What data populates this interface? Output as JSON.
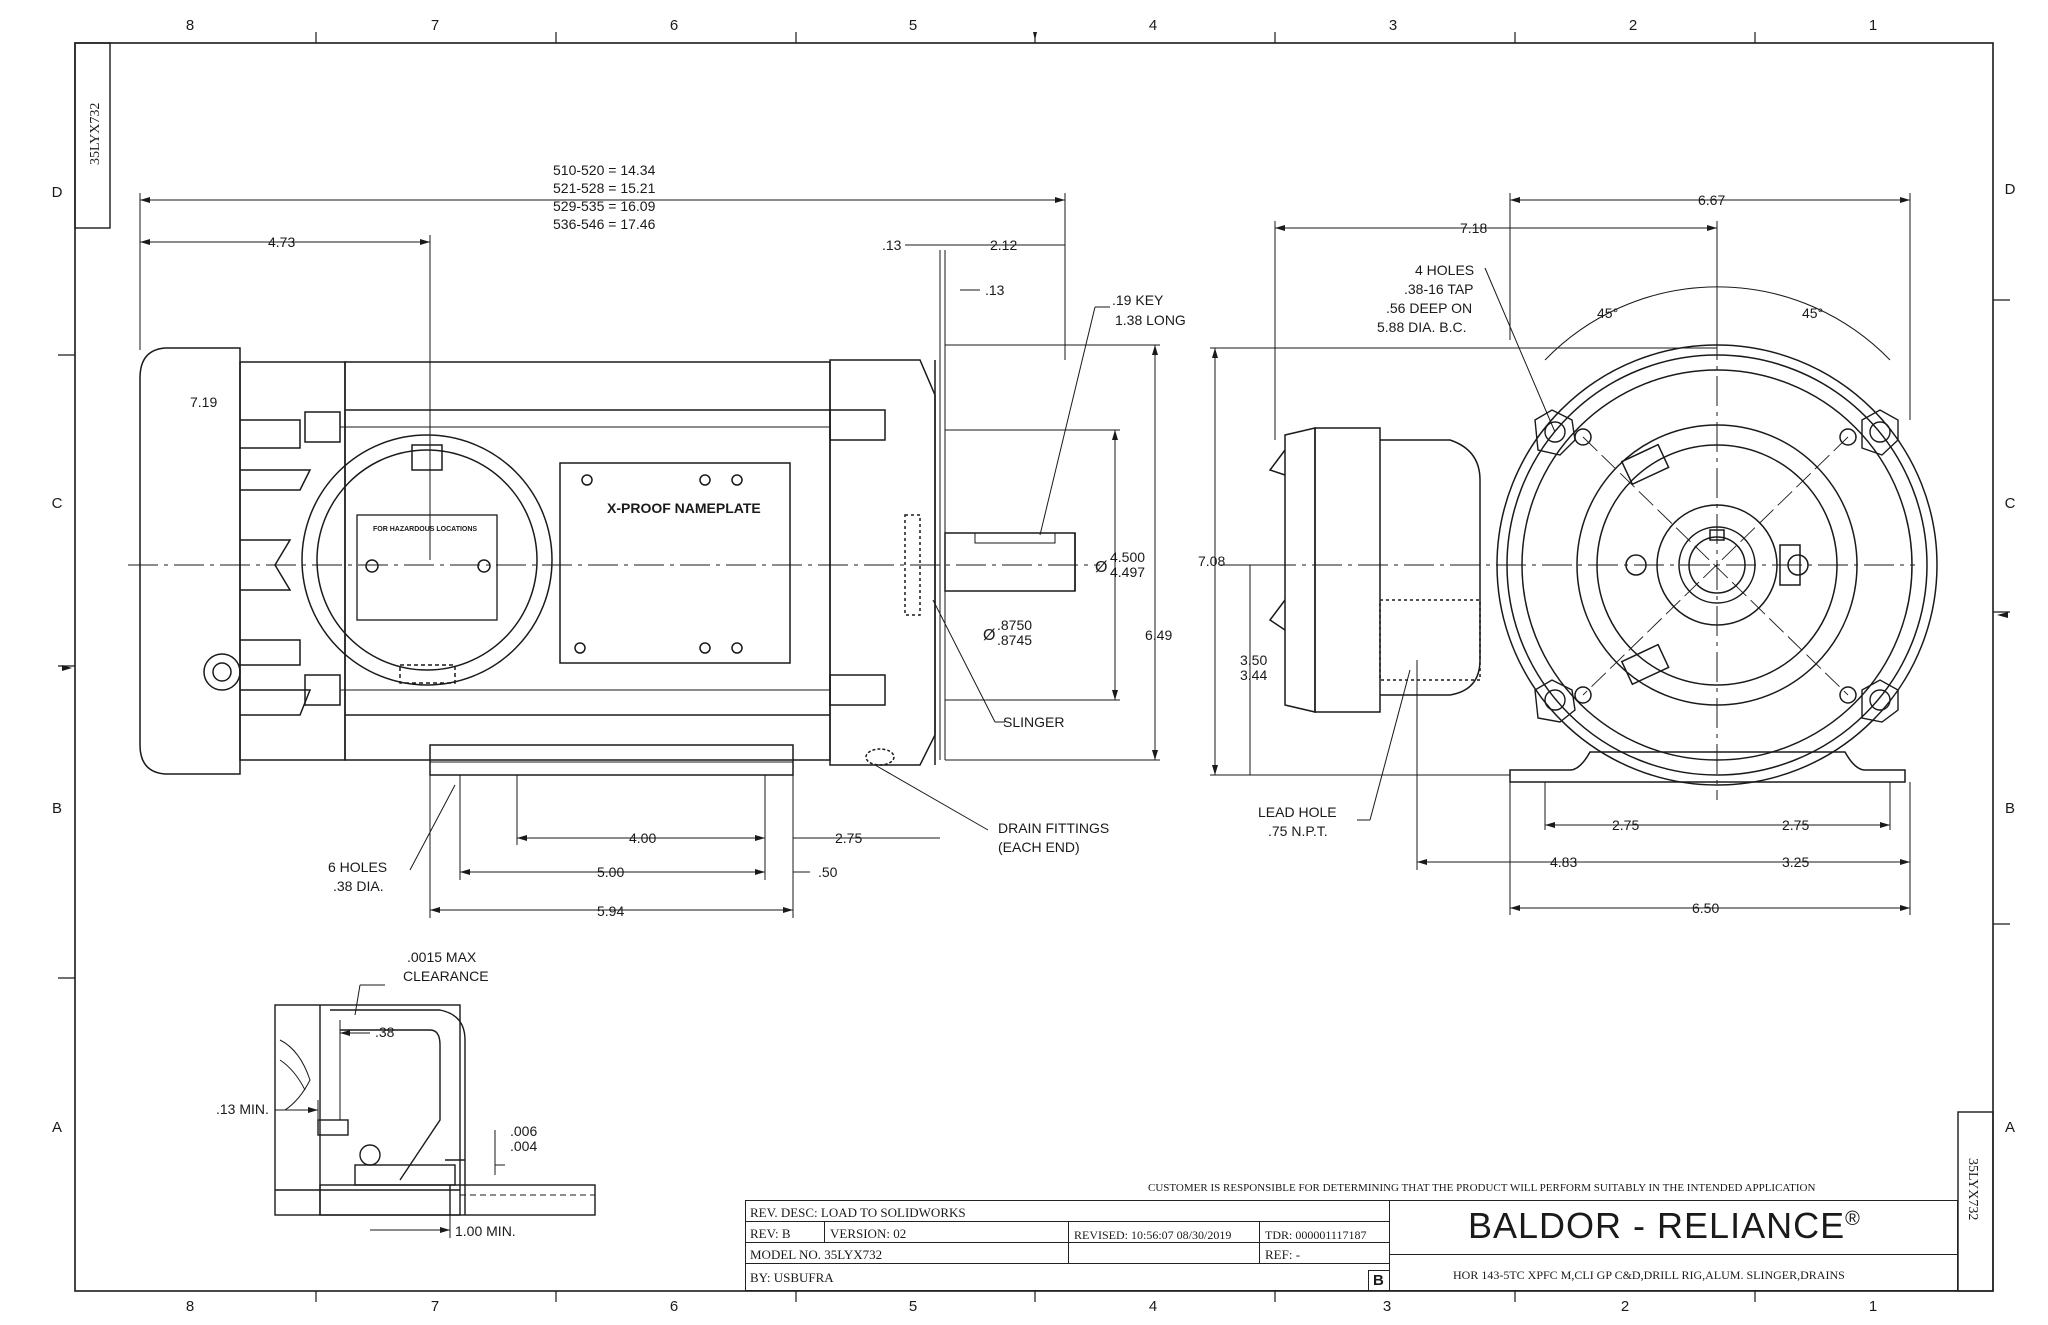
{
  "drawing": {
    "part_number": "35LYX732",
    "zone_columns": [
      "8",
      "7",
      "6",
      "5",
      "4",
      "3",
      "2",
      "1"
    ],
    "zone_rows": [
      "D",
      "C",
      "B",
      "A"
    ]
  },
  "side_view": {
    "overall_length_table": [
      "510-520 = 14.34",
      "521-528 = 15.21",
      "529-535 = 16.09",
      "536-546 = 17.46"
    ],
    "dim_4_73": "4.73",
    "dim_7_19": "7.19",
    "dim_13_top": ".13",
    "dim_2_12": "2.12",
    "dim_13_key": ".13",
    "key_note": [
      ".19 KEY",
      "1.38 LONG"
    ],
    "shaft_dia_symbol": "Ø",
    "shaft_dia": [
      "4.500",
      "4.497"
    ],
    "shaft_small_dia": [
      ".8750",
      ".8745"
    ],
    "dim_6_49": "6.49",
    "slinger": "SLINGER",
    "nameplate": "X-PROOF NAMEPLATE",
    "hazard_label": "FOR HAZARDOUS LOCATIONS",
    "holes_note": [
      "6 HOLES",
      ".38 DIA."
    ],
    "dim_4_00": "4.00",
    "dim_2_75": "2.75",
    "dim_5_00": "5.00",
    "dim_50": ".50",
    "dim_5_94": "5.94",
    "drain_note": [
      "DRAIN FITTINGS",
      "(EACH END)"
    ]
  },
  "end_view": {
    "dim_6_67": "6.67",
    "dim_7_18": "7.18",
    "tap_note": [
      "4 HOLES",
      ".38-16 TAP",
      ".56 DEEP ON",
      "5.88 DIA. B.C."
    ],
    "angle_left": "45°",
    "angle_right": "45°",
    "dim_7_08": "7.08",
    "dim_3_50": [
      "3.50",
      "3.44"
    ],
    "lead_hole": [
      "LEAD HOLE",
      ".75 N.P.T."
    ],
    "dim_2_75_left": "2.75",
    "dim_2_75_right": "2.75",
    "dim_4_83": "4.83",
    "dim_3_25": "3.25",
    "dim_6_50": "6.50"
  },
  "detail_view": {
    "clearance_note": [
      ".0015 MAX",
      "CLEARANCE"
    ],
    "dim_38": ".38",
    "dim_13_min": ".13 MIN.",
    "dim_006": [
      ".006",
      ".004"
    ],
    "dim_1_00_min": "1.00 MIN."
  },
  "title_block": {
    "disclaimer": "CUSTOMER IS RESPONSIBLE FOR DETERMINING THAT THE PRODUCT WILL PERFORM SUITABLY IN THE INTENDED APPLICATION",
    "rev_desc": "REV. DESC: LOAD TO SOLIDWORKS",
    "rev": "REV:  B",
    "version": "VERSION:  02",
    "revised": "REVISED:  10:56:07 08/30/2019",
    "tdr": "TDR: 000001117187",
    "model": "MODEL NO.  35LYX732",
    "ref": "REF:  -",
    "by": "BY: USBUFRA",
    "rev_letter": "B",
    "brand": "BALDOR - RELIANCE",
    "brand_mark": "®",
    "description": "HOR 143-5TC XPFC M,CLI GP C&D,DRILL RIG,ALUM. SLINGER,DRAINS"
  }
}
